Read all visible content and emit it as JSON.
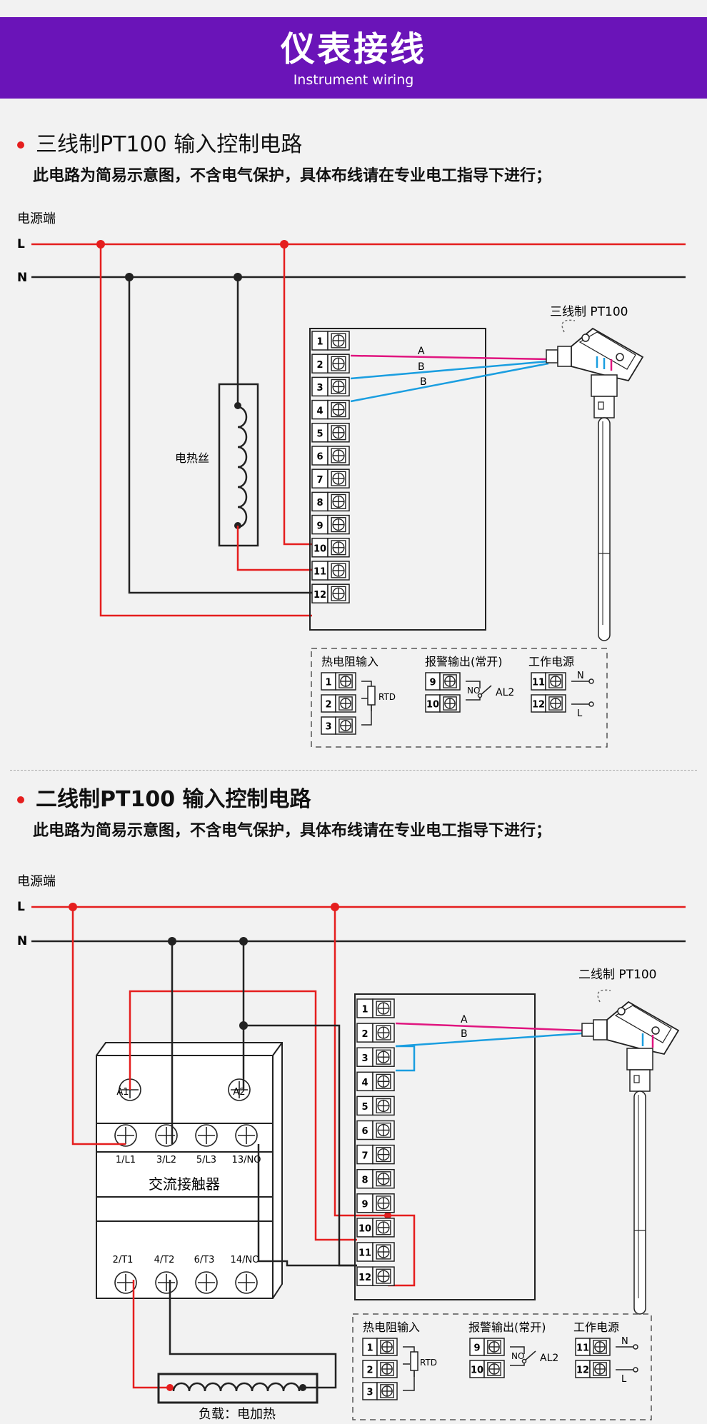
{
  "header": {
    "title": "仪表接线",
    "subtitle": "Instrument wiring"
  },
  "section1": {
    "title": "三线制PT100 输入控制电路",
    "note": "此电路为简易示意图，不含电气保护，具体布线请在专业电工指导下进行；",
    "power_label": "电源端",
    "line_l": "L",
    "line_n": "N",
    "heater_label": "电热丝",
    "sensor_label": "三线制  PT100",
    "wire_labels": [
      "A",
      "B",
      "B"
    ],
    "legend": {
      "rtd_input": "热电阻输入",
      "rtd": "RTD",
      "alarm": "报警输出(常开)",
      "no": "NO",
      "al2": "AL2",
      "power": "工作电源",
      "n": "N",
      "l": "L"
    }
  },
  "section2": {
    "title": "二线制PT100 输入控制电路",
    "note": "此电路为简易示意图，不含电气保护，具体布线请在专业电工指导下进行；",
    "power_label": "电源端",
    "line_l": "L",
    "line_n": "N",
    "sensor_label": "二线制  PT100",
    "wire_labels": [
      "A",
      "B"
    ],
    "contactor": {
      "name": "交流接触器",
      "coil": [
        "A1",
        "A2"
      ],
      "top_terminals": [
        "1/L1",
        "3/L2",
        "5/L3",
        "13/NO"
      ],
      "bottom_terminals": [
        "2/T1",
        "4/T2",
        "6/T3",
        "14/NO"
      ]
    },
    "load_label": "负载：电加热",
    "legend": {
      "rtd_input": "热电阻输入",
      "rtd": "RTD",
      "alarm": "报警输出(常开)",
      "no": "NO",
      "al2": "AL2",
      "power": "工作电源",
      "n": "N",
      "l": "L"
    }
  },
  "terminals": [
    "1",
    "2",
    "3",
    "4",
    "5",
    "6",
    "7",
    "8",
    "9",
    "10",
    "11",
    "12"
  ],
  "colors": {
    "banner": "#6a14b8",
    "live": "#e51e1e",
    "neutral": "#222222",
    "wire_a": "#e0157f",
    "wire_b": "#1a9ee0"
  }
}
